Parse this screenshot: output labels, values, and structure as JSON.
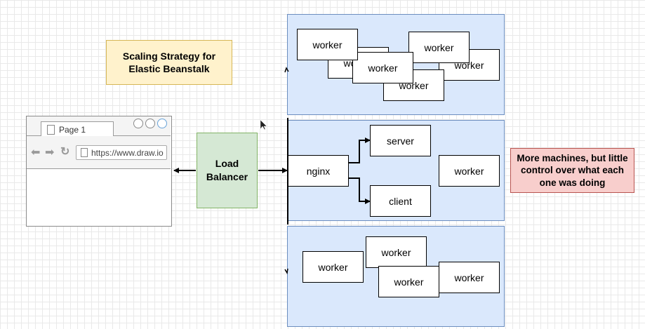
{
  "title": "Scaling Strategy for\nElastic Beanstalk",
  "browser": {
    "tab_label": "Page 1",
    "url": "https://www.draw.io"
  },
  "load_balancer": "Load\nBalancer",
  "top_region": {
    "workers": [
      "worker",
      "worker",
      "worker",
      "worker",
      "worker",
      "worker"
    ]
  },
  "middle_region": {
    "nginx": "nginx",
    "server": "server",
    "client": "client",
    "worker": "worker"
  },
  "bottom_region": {
    "workers": [
      "worker",
      "worker",
      "worker",
      "worker"
    ]
  },
  "note": "More machines, but little control over what each one was doing",
  "colors": {
    "region_fill": "#dae8fc",
    "region_border": "#6c8ebf",
    "title_fill": "#fff2cc",
    "lb_fill": "#d5e8d4",
    "note_fill": "#f8cecc"
  }
}
